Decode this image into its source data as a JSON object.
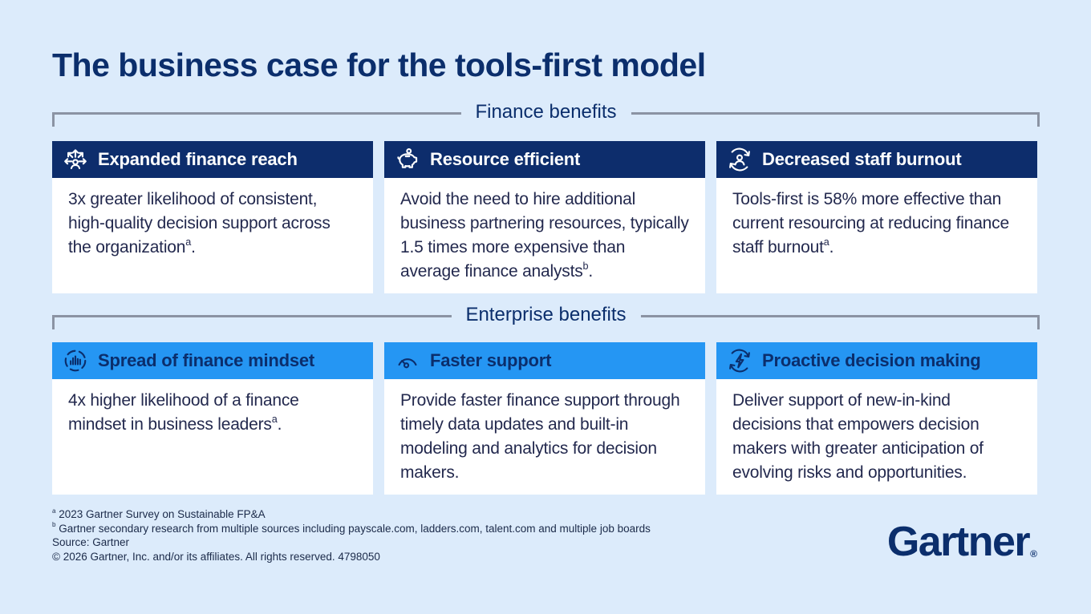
{
  "title": "The business case for the tools-first model",
  "sections": [
    {
      "label": "Finance benefits",
      "cards": [
        {
          "icon": "expand-reach-icon",
          "heading": "Expanded finance reach",
          "body": "3x greater likelihood of consistent, high-quality decision support across the organization",
          "sup": "a",
          "after": "."
        },
        {
          "icon": "piggy-bank-icon",
          "heading": "Resource efficient",
          "body": "Avoid the need to hire additional business partnering resources, typically 1.5 times more expensive than average finance analysts",
          "sup": "b",
          "after": "."
        },
        {
          "icon": "person-cycle-icon",
          "heading": "Decreased staff burnout",
          "body": "Tools-first is 58% more effective than current resourcing at reducing finance staff burnout",
          "sup": "a",
          "after": "."
        }
      ]
    },
    {
      "label": "Enterprise benefits",
      "cards": [
        {
          "icon": "bar-chart-circle-icon",
          "heading": "Spread of finance mindset",
          "body": "4x higher likelihood of a finance mindset in business leaders",
          "sup": "a",
          "after": "."
        },
        {
          "icon": "gauge-icon",
          "heading": "Faster support",
          "body": "Provide faster finance support through timely data updates and built-in modeling and analytics for decision makers.",
          "sup": "",
          "after": ""
        },
        {
          "icon": "lightning-cycle-icon",
          "heading": "Proactive decision making",
          "body": "Deliver support of new-in-kind decisions that empowers decision makers with greater anticipation of evolving risks and opportunities.",
          "sup": "",
          "after": ""
        }
      ]
    }
  ],
  "footnotes": [
    {
      "sup": "a",
      "text": " 2023 Gartner Survey on Sustainable FP&A"
    },
    {
      "sup": "b",
      "text": " Gartner secondary research from multiple sources including payscale.com, ladders.com, talent.com and multiple job boards"
    },
    {
      "sup": "",
      "text": "Source: Gartner"
    },
    {
      "sup": "",
      "text": "© 2026 Gartner, Inc. and/or its affiliates. All rights reserved. 4798050"
    }
  ],
  "logo": {
    "text": "Gartner",
    "mark": "®"
  },
  "colors": {
    "page_background": "#dcebfb",
    "navy": "#0d2d6c",
    "bright_blue": "#2596f3",
    "body_text": "#23294e",
    "bracket_gray": "#8b93a3",
    "card_background": "#ffffff"
  }
}
